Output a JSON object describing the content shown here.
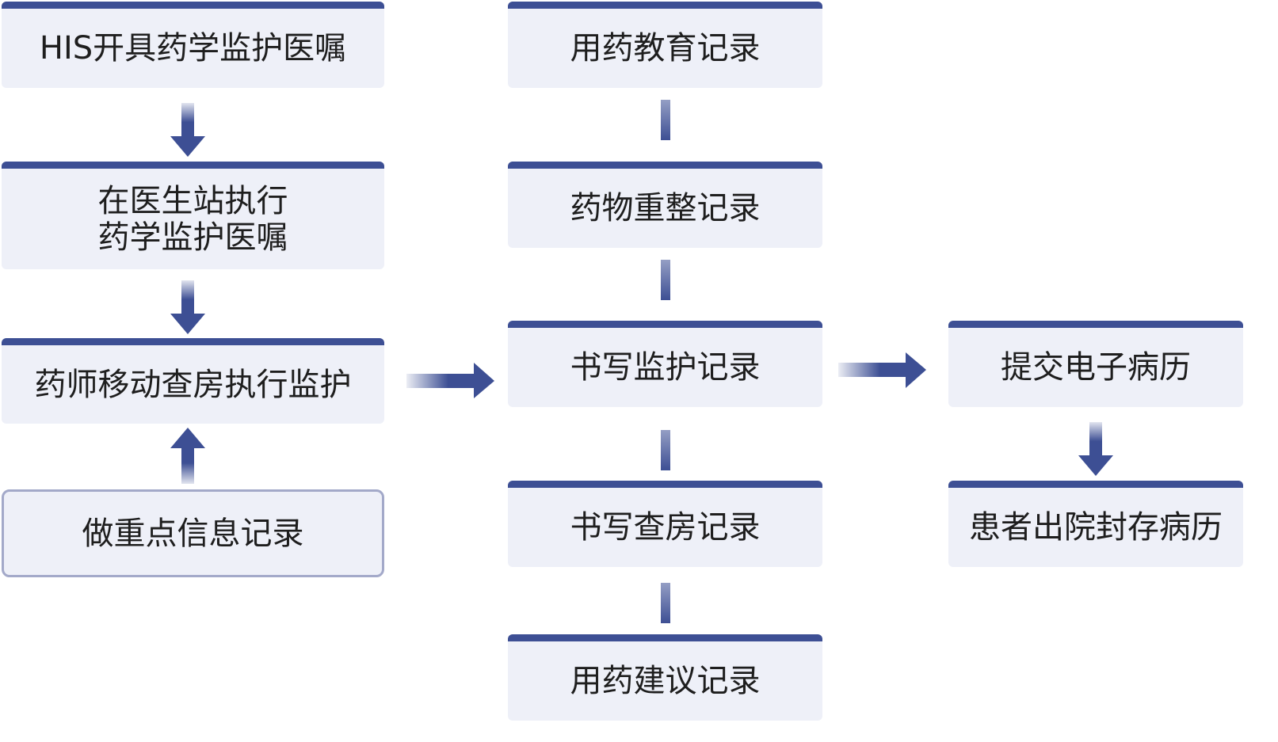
{
  "colors": {
    "accent": "#3d4f94",
    "box_fill": "#eef0f8",
    "outline": "#a3a9c9"
  },
  "left_column": {
    "his_order": "HIS开具药学监护医嘱",
    "doctor_station": "在医生站执行\n药学监护医嘱",
    "mobile_rounds": "药师移动查房执行监护",
    "key_info": "做重点信息记录"
  },
  "middle_column": {
    "education": "用药教育记录",
    "reconciliation": "药物重整记录",
    "monitoring": "书写监护记录",
    "rounds_record": "书写查房记录",
    "suggestion": "用药建议记录"
  },
  "right_column": {
    "submit_emr": "提交电子病历",
    "discharge_seal": "患者出院封存病历"
  }
}
